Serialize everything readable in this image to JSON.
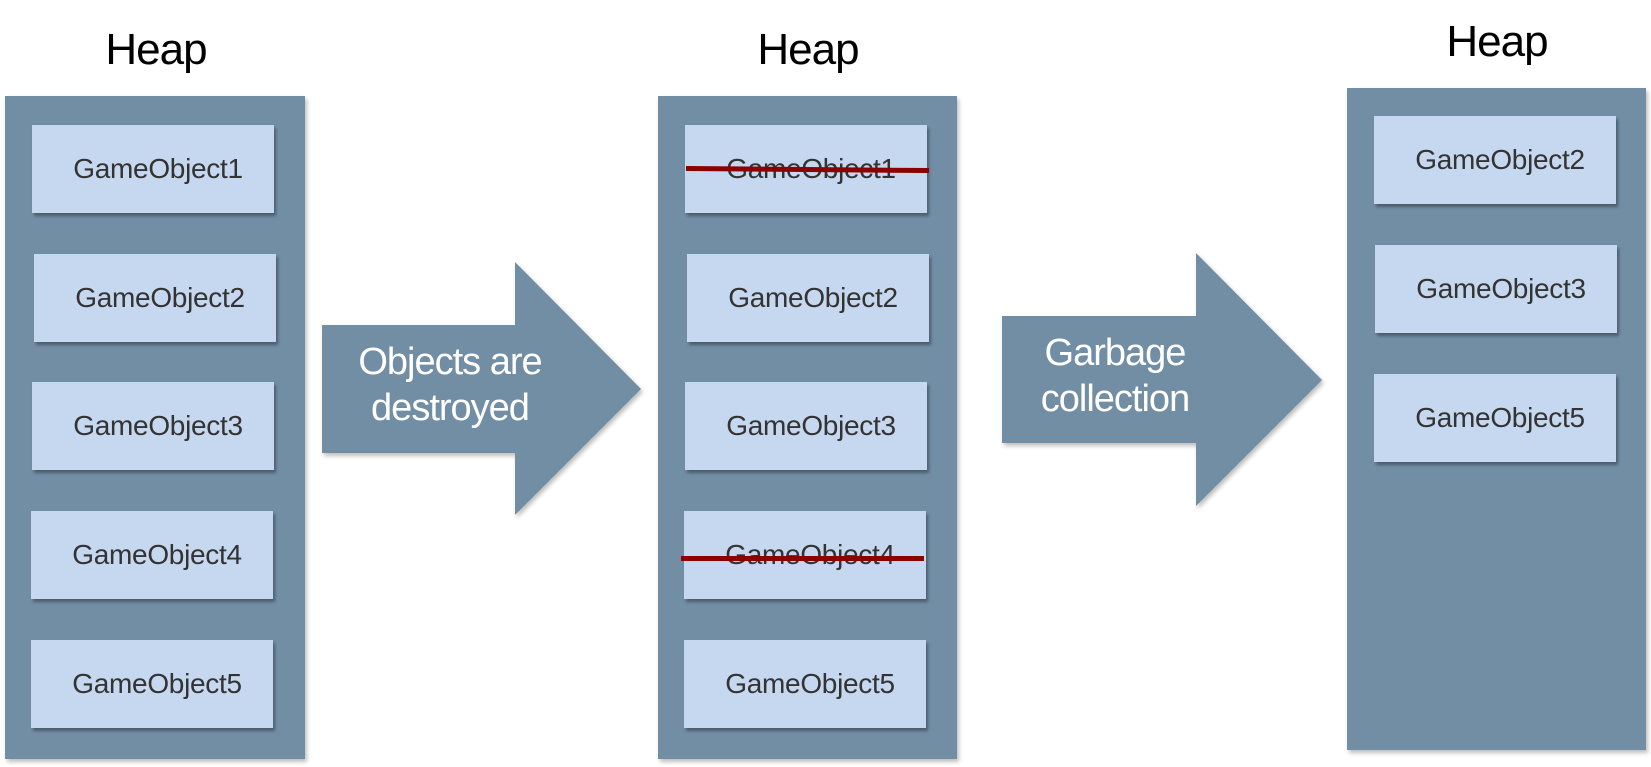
{
  "colors": {
    "panel": "#728ea5",
    "object_box": "#c6d8ef",
    "object_text": "#333333",
    "strike": "#8b0000",
    "arrow": "#728ea5",
    "arrow_text": "#ffffff"
  },
  "stages": [
    {
      "title": "Heap",
      "objects": [
        {
          "label": "GameObject1",
          "destroyed": false
        },
        {
          "label": "GameObject2",
          "destroyed": false
        },
        {
          "label": "GameObject3",
          "destroyed": false
        },
        {
          "label": "GameObject4",
          "destroyed": false
        },
        {
          "label": "GameObject5",
          "destroyed": false
        }
      ]
    },
    {
      "title": "Heap",
      "objects": [
        {
          "label": "GameObject1",
          "destroyed": true
        },
        {
          "label": "GameObject2",
          "destroyed": false
        },
        {
          "label": "GameObject3",
          "destroyed": false
        },
        {
          "label": "GameObject4",
          "destroyed": true
        },
        {
          "label": "GameObject5",
          "destroyed": false
        }
      ]
    },
    {
      "title": "Heap",
      "objects": [
        {
          "label": "GameObject2",
          "destroyed": false
        },
        {
          "label": "GameObject3",
          "destroyed": false
        },
        {
          "label": "GameObject5",
          "destroyed": false
        }
      ]
    }
  ],
  "arrows": [
    {
      "line1": "Objects are",
      "line2": "destroyed"
    },
    {
      "line1": "Garbage",
      "line2": "collection"
    }
  ]
}
